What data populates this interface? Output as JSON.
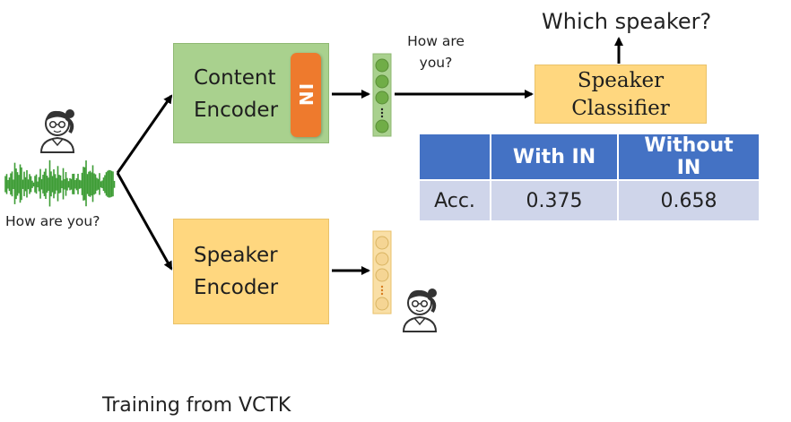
{
  "diagram": {
    "content_encoder": {
      "label_line1": "Content",
      "label_line2": "Encoder",
      "in_label": "IN"
    },
    "speaker_encoder": {
      "label_line1": "Speaker",
      "label_line2": "Encoder"
    },
    "speaker_classifier": {
      "label_line1": "Speaker",
      "label_line2": "Classifier"
    },
    "question": "Which speaker?",
    "content_output_text": {
      "line1": "How are",
      "line2": "you?"
    },
    "input_text": "How are you?",
    "footer_caption": "Training from VCTK",
    "icons": [
      "speaker-avatar-icon",
      "waveform-icon",
      "speaker-avatar-icon"
    ],
    "colors": {
      "content_encoder": "#a9d18e",
      "speaker_encoder": "#ffd77f",
      "speaker_classifier": "#ffd77f",
      "in_badge": "#ee7a2d",
      "content_vector": "#70ad47",
      "speaker_vector": "#f9dfa6",
      "waveform": "#3d9c35",
      "table_header": "#4472c4",
      "table_row": "#cfd5ea"
    }
  },
  "table": {
    "headers": [
      "",
      "With IN",
      "Without IN"
    ],
    "rows": [
      {
        "label": "Acc.",
        "with_in": "0.375",
        "without_in": "0.658"
      }
    ]
  }
}
